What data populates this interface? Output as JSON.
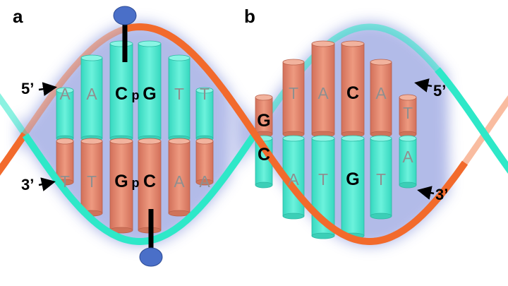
{
  "colors": {
    "strand_orange": "#f26a2c",
    "strand_teal": "#2ee8c8",
    "cyl_orange": "#e88c70",
    "cyl_teal": "#48e8cf",
    "glow": "#aab4e6",
    "methyl_blue": "#4a6fc8"
  },
  "panels": {
    "a": {
      "label": "a",
      "ends": {
        "top": "5’",
        "bottom": "3’"
      },
      "top_row": [
        "A",
        "A",
        "C",
        "G",
        "T",
        "T"
      ],
      "bottom_row": [
        "T",
        "T",
        "G",
        "C",
        "A",
        "A"
      ],
      "p_top": "p",
      "p_bottom": "p"
    },
    "b": {
      "label": "b",
      "ends": {
        "top": "5’",
        "bottom": "3’"
      },
      "top_row": [
        "G",
        "T",
        "A",
        "C",
        "A",
        "T"
      ],
      "bottom_row": [
        "C",
        "A",
        "T",
        "G",
        "T",
        "A"
      ]
    }
  },
  "icons": [
    "methyl-marker-icon",
    "arrow-right-icon",
    "arrow-left-icon"
  ]
}
